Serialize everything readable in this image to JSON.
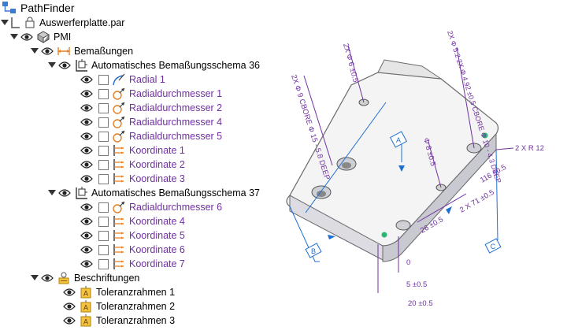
{
  "title": "PathFinder",
  "tree": {
    "file": "Auswerferplatte.par",
    "pmi": "PMI",
    "dimensions_group": "Bemaßungen",
    "scheme1": {
      "label": "Automatisches Bemaßungsschema 36",
      "items": [
        "Radial 1",
        "Radialdurchmesser 1",
        "Radialdurchmesser 2",
        "Radialdurchmesser 4",
        "Radialdurchmesser 5",
        "Koordinate 1",
        "Koordinate 2",
        "Koordinate 3"
      ]
    },
    "scheme2": {
      "label": "Automatisches Bemaßungsschema 37",
      "items": [
        "Radialdurchmesser 6",
        "Koordinate 4",
        "Koordinate 5",
        "Koordinate 6",
        "Koordinate 7"
      ]
    },
    "annotations_group": "Beschriftungen",
    "annotations": [
      "Toleranzrahmen 1",
      "Toleranzrahmen 2",
      "Toleranzrahmen 3"
    ]
  },
  "viewport": {
    "annotations": {
      "cbore_left": "2X  Φ 9  CBORE Φ 15 - 5.8 DEEP",
      "hole_6": "2X  Φ 6 ±0.5",
      "cbore_right": "2X  Φ 5.2  2X  Φ 4.92 ±0.5  CBORE Φ 10 - 4.3 DEEP",
      "hole_8": "Φ 8 ±0.5",
      "radius": "2 X R 12",
      "dim_116": "116 ±0.5",
      "dim_71": "2 X  71 ±0.5",
      "dim_26": "26 ±0.5",
      "dim_0": "0",
      "dim_5": "5 ±0.5",
      "dim_20": "20 ±0.5",
      "datum_a": "A",
      "datum_b": "B",
      "datum_c": "C"
    },
    "colors": {
      "annotation": "#7030a0",
      "datum": "#1f6fd1",
      "part_top": "#f2f2f2",
      "part_side": "#d9d9de"
    }
  }
}
